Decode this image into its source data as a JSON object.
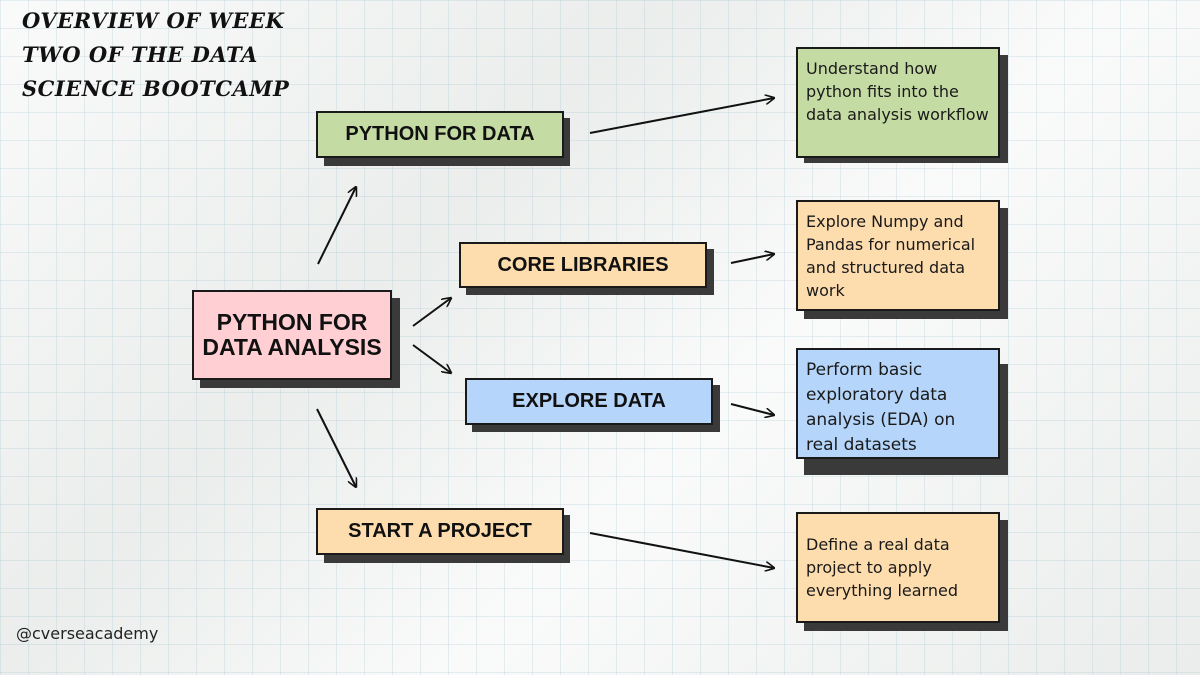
{
  "title": "Overview of week two of the data science bootcamp",
  "colors": {
    "green": "#c5dba4",
    "orange": "#fddcae",
    "pink": "#ffcfd3",
    "blue": "#b5d6fa",
    "shadow": "#3a3a3a",
    "border": "#1a1a1a"
  },
  "center_node": {
    "label": "PYTHON FOR DATA ANALYSIS"
  },
  "topics": [
    {
      "label": "PYTHON FOR DATA",
      "description": "Understand how python fits into the data analysis workflow"
    },
    {
      "label": "CORE LIBRARIES",
      "description": "Explore Numpy and Pandas for numerical and structured data work"
    },
    {
      "label": "EXPLORE DATA",
      "description": "Perform basic exploratory data analysis (EDA) on real datasets"
    },
    {
      "label": "START A PROJECT",
      "description": "Define a real data project to apply everything learned"
    }
  ],
  "footer": {
    "handle": "@cverseacademy"
  }
}
